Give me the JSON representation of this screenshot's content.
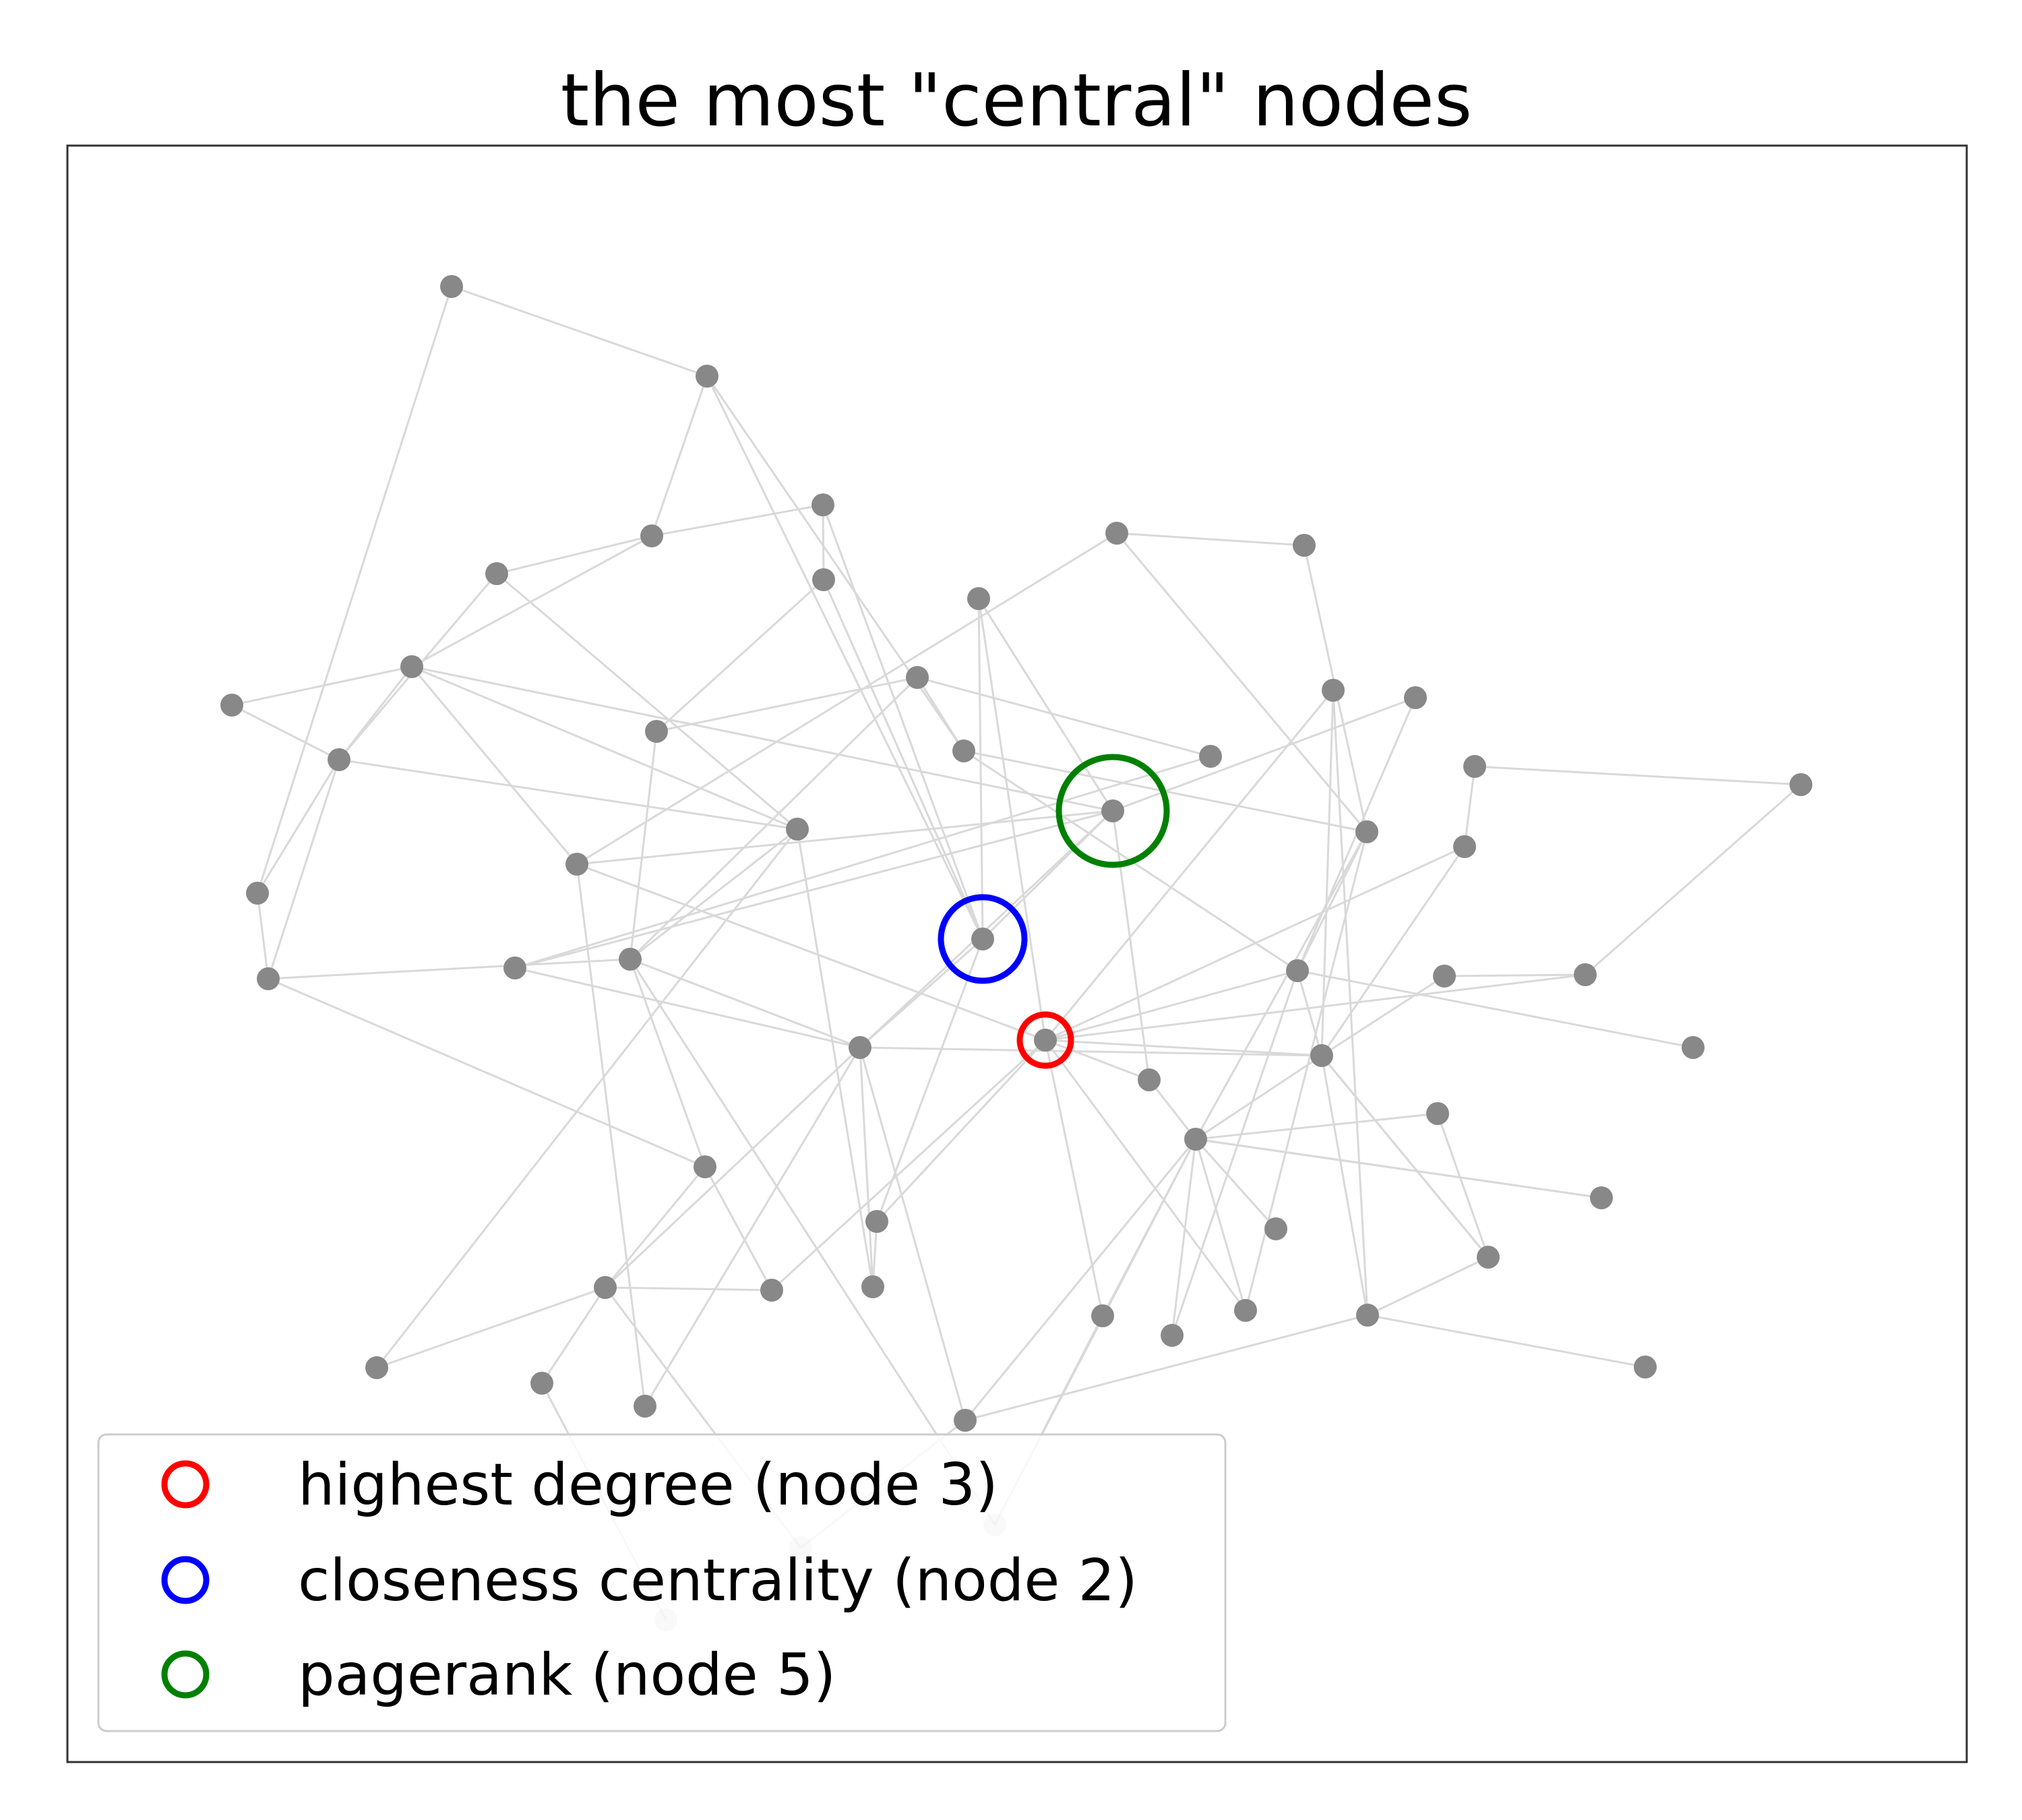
{
  "title": "the most \"central\" nodes",
  "colors": {
    "node": "#888888",
    "edge": "#d9d9d9",
    "frame": "#333333",
    "legend_border": "#cccccc"
  },
  "highlights": [
    {
      "key": "degree",
      "node": 3,
      "color": "#ff0000",
      "ring": "small",
      "label": "highest degree (node 3)"
    },
    {
      "key": "closeness",
      "node": 2,
      "color": "#0000ff",
      "ring": "medium",
      "label": "closeness centrality (node 2)"
    },
    {
      "key": "pagerank",
      "node": 5,
      "color": "#008000",
      "ring": "large",
      "label": "pagerank (node 5)"
    }
  ]
}
